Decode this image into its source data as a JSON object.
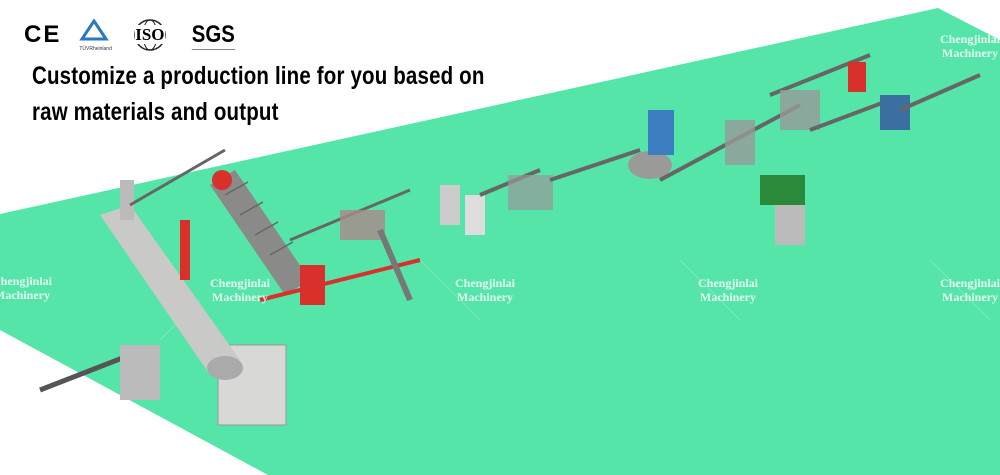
{
  "certifications": {
    "ce": "CE",
    "tuv": "TÜVRheinland",
    "iso": "ISO",
    "sgs": "SGS"
  },
  "headline": {
    "line1": "Customize a production line for you based on",
    "line2": "raw materials and output"
  },
  "watermark": {
    "line1": "Chengjinlai",
    "line2": "Machinery"
  },
  "colors": {
    "floor": "#55e5a8",
    "machine_red": "#d9302b",
    "machine_grey": "#9a9a98"
  }
}
